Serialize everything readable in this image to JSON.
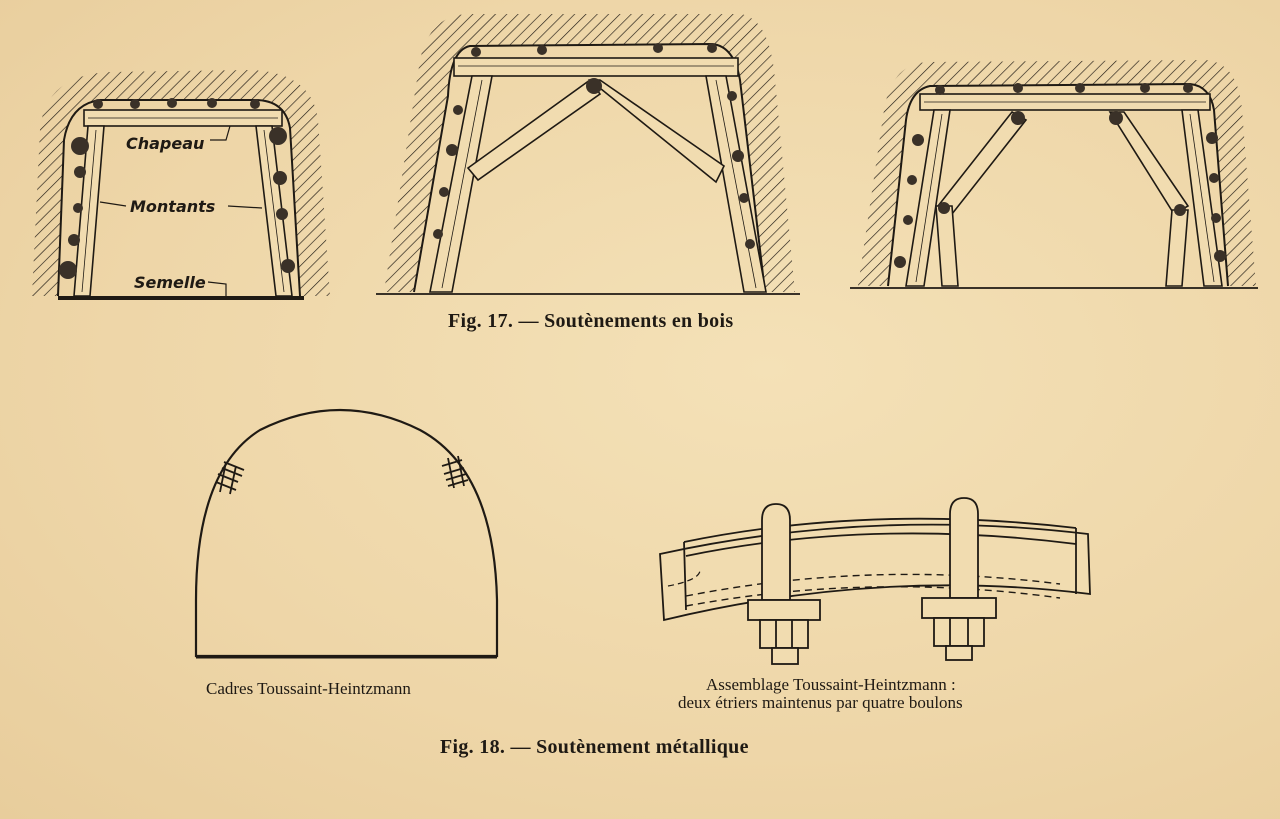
{
  "figure17": {
    "caption": "Fig. 17. — Soutènements en bois",
    "labels": {
      "chapeau": "Chapeau",
      "montants": "Montants",
      "semelle": "Semelle"
    }
  },
  "figure18": {
    "caption": "Fig. 18. — Soutènement métallique",
    "left_caption": "Cadres Toussaint-Heintzmann",
    "right_caption_line1": "Assemblage Toussaint-Heintzmann :",
    "right_caption_line2": "deux étriers maintenus par quatre boulons"
  },
  "colors": {
    "paper": "#efd9ac",
    "ink": "#1f1a14"
  }
}
